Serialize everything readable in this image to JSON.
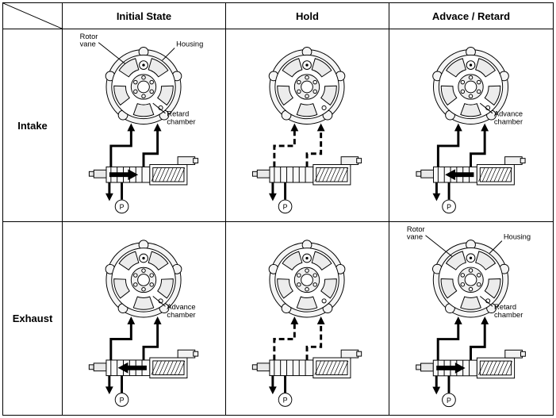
{
  "table": {
    "col_headers": [
      "Initial State",
      "Hold",
      "Advace / Retard"
    ],
    "row_headers": [
      "Intake",
      "Exhaust"
    ]
  },
  "colors": {
    "line": "#000000",
    "fill_light": "#f5f5f5"
  },
  "cells": [
    {
      "id": "intake-initial-state",
      "row": "Intake",
      "col": "Initial State",
      "flow": "solid",
      "valve_arrow": "right",
      "port": "P",
      "callouts": [
        {
          "text": "Rotor vane",
          "pos": "top-left"
        },
        {
          "text": "Housing",
          "pos": "top-right"
        },
        {
          "text": "Retard chamber",
          "pos": "right-mid"
        }
      ]
    },
    {
      "id": "intake-hold",
      "row": "Intake",
      "col": "Hold",
      "flow": "dashed",
      "valve_arrow": "none",
      "port": "P",
      "callouts": []
    },
    {
      "id": "intake-advance-retard",
      "row": "Intake",
      "col": "Advace / Retard",
      "flow": "solid",
      "valve_arrow": "left",
      "port": "P",
      "callouts": [
        {
          "text": "Advance chamber",
          "pos": "right-mid"
        }
      ]
    },
    {
      "id": "exhaust-initial-state",
      "row": "Exhaust",
      "col": "Initial State",
      "flow": "solid",
      "valve_arrow": "left",
      "port": "P",
      "callouts": [
        {
          "text": "Advance chamber",
          "pos": "right-mid"
        }
      ]
    },
    {
      "id": "exhaust-hold",
      "row": "Exhaust",
      "col": "Hold",
      "flow": "dashed",
      "valve_arrow": "none",
      "port": "P",
      "callouts": []
    },
    {
      "id": "exhaust-advance-retard",
      "row": "Exhaust",
      "col": "Advace / Retard",
      "flow": "solid",
      "valve_arrow": "right",
      "port": "P",
      "callouts": [
        {
          "text": "Rotor vane",
          "pos": "top-left"
        },
        {
          "text": "Housing",
          "pos": "top-right"
        },
        {
          "text": "Retard chamber",
          "pos": "right-mid"
        }
      ]
    }
  ]
}
